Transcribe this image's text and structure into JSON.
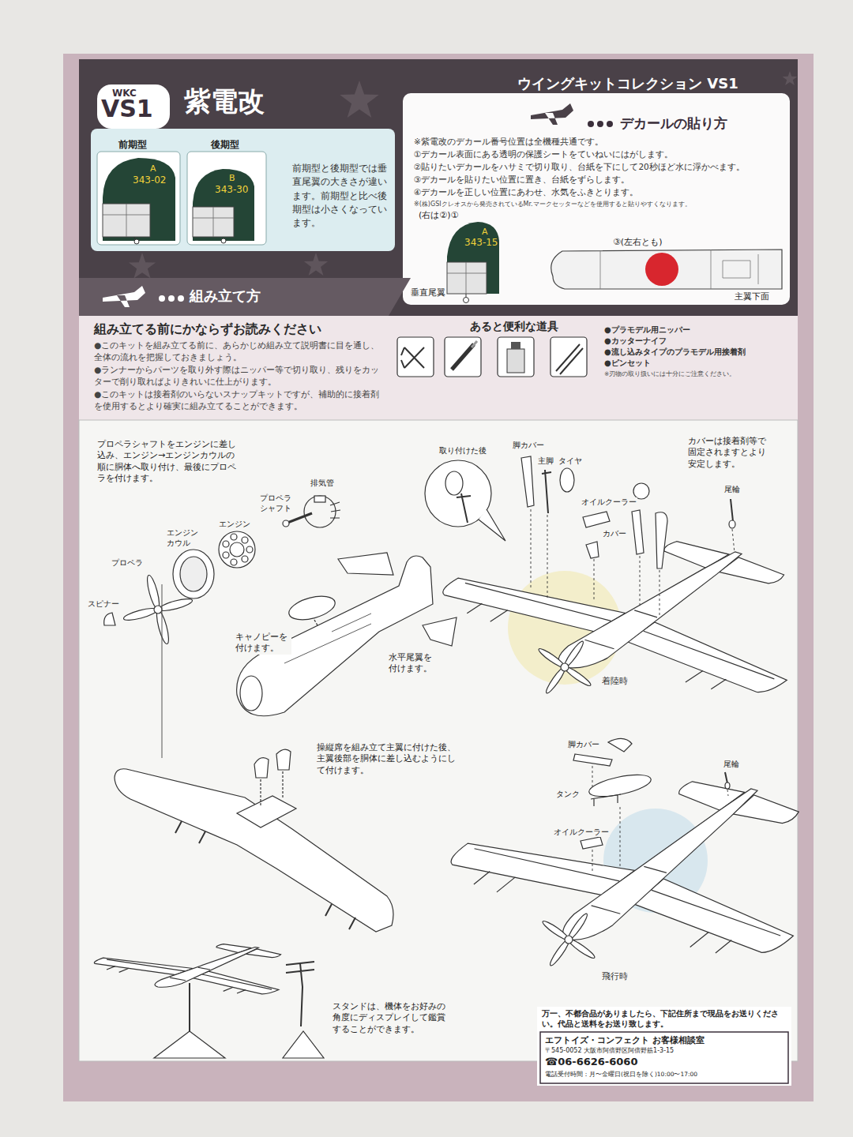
{
  "diagram": {
    "title": "紫電改",
    "nodes": [
      {
        "text": [
          "前期型と後期型では垂直尾翼の大きさが違います。前期型と比べ後期型は小さくなっています。"
        ]
      },
      {
        "text": [
          "デカールの貼り方",
          "※紫電改のデカール番号位置は全機種共通です。",
          "①デカール表面にある透明の保護シートをていねいにはがします。",
          "②貼りたいデカールをハサミで切り取り、台紙を下にして20秒ほど水に浮かべます。",
          "③デカールを貼りたい位置に置き、台紙をずらします。",
          "④デカールを正しい位置にあわせ、水気をふきとります。",
          "※(株)GSIクレオスから発売されているMr.マークセッターなどを使用すると貼りやすくなります。"
        ]
      },
      {
        "text": [
          "組み立て方"
        ]
      },
      {
        "text": [
          "組み立てる前にかならずお読みください",
          "●このキットを組み立てる前に、あらかじめ組み立て説明書に目を通し、全体の流れを把握しておきましょう。",
          "●ランナーからパーツを取り外す際はニッパー等で切り取り、残りをカッターで削り取ればよりきれいに仕上がります。",
          "●このキットは接着剤のいらないスナップキットですが、補助的に接着剤を使用するとより確実に組み立てることができます。"
        ]
      },
      {
        "text": [
          "あると便利な道具",
          "●プラモデル用ニッパー",
          "●カッターナイフ",
          "●流し込みタイプのプラモデル用接着剤",
          "●ピンセット",
          "※刃物の取り扱いには十分にご注意ください。"
        ]
      },
      {
        "text": [
          "万一、不都合品がありましたら、下記住所まで現品をお送りください。代品と送料をお送り致します。",
          "エフトイズ・コンフェクト お客様相談室",
          "〒545-0052 大阪市阿倍野区阿倍野筋1-3-15",
          "☎06-6626-6060",
          "電話受付時間：月〜金曜日(祝日を除く)10:00〜17:00"
        ]
      }
    ],
    "labels": [
      "WKC",
      "VS1",
      "ウイングキットコレクション VS1",
      "前期型",
      "A",
      "343-02",
      "後期型",
      "B",
      "343-30",
      "(右は②)①",
      "A",
      "343-15",
      "垂直尾翼",
      "③(左右とも)",
      "主翼下面",
      "プロペラシャフトをエンジンに差し込み、エンジン→エンジンカウルの順に胴体へ取り付け、最後にプロペラを付けます。",
      "排気管",
      "プロペラシャフト",
      "エンジン",
      "エンジンカウル",
      "プロペラ",
      "スピナー",
      "キャノピーを付けます。",
      "水平尾翼を付けます。",
      "操縦席を組み立て主翼に付けた後、主翼後部を胴体に差し込むようにして付けます。",
      "取り付けた後",
      "脚カバー",
      "主脚",
      "タイヤ",
      "オイルクーラー",
      "カバー",
      "尾輪",
      "カバーは接着剤等で固定されますとより安定します。",
      "着陸時",
      "脚カバー",
      "タンク",
      "オイルクーラー",
      "尾輪",
      "飛行時",
      "スタンドは、機体をお好みの角度にディスプレイして鑑賞することができます。"
    ]
  }
}
